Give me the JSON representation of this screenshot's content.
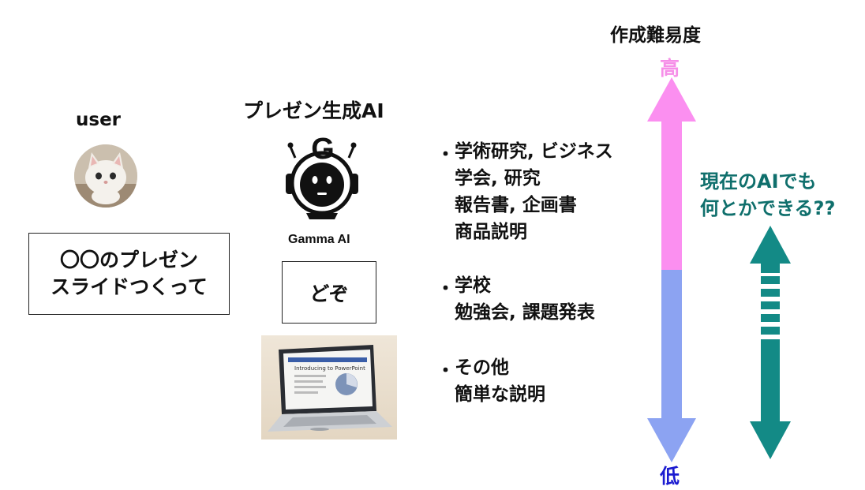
{
  "user": {
    "label": "user",
    "request_line1": "〇〇のプレゼン",
    "request_line2": "スライドつくって"
  },
  "ai": {
    "title": "プレゼン生成AI",
    "logo_letter": "G",
    "logo_caption": "Gamma AI",
    "reply": "どぞ",
    "laptop_slide_title": "Introducing to PowerPoint"
  },
  "difficulty": {
    "title": "作成難易度",
    "high": "高",
    "low": "低",
    "colors": {
      "high": "#fb8ff0",
      "low": "#8ca3f2",
      "low_text": "#1b1bd0",
      "high_text": "#f68fe8"
    }
  },
  "categories": [
    {
      "lines": [
        "学術研究, ビジネス",
        "学会, 研究",
        "報告書, 企画書",
        "商品説明"
      ]
    },
    {
      "lines": [
        "学校",
        "勉強会, 課題発表"
      ]
    },
    {
      "lines": [
        "その他",
        "簡単な説明"
      ]
    }
  ],
  "ai_note": {
    "line1": "現在のAIでも",
    "line2": "何とかできる??",
    "color": "#138a86"
  }
}
